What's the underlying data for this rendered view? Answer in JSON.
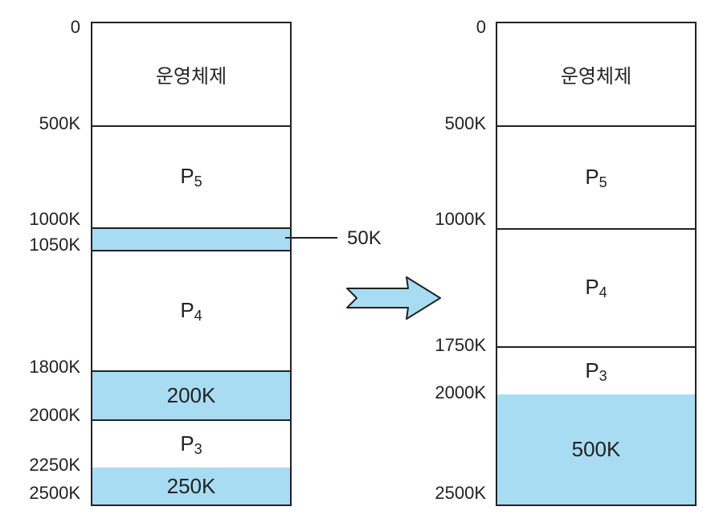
{
  "before": {
    "address_labels": [
      "0",
      "500K",
      "1000K",
      "1050K",
      "1800K",
      "2000K",
      "2250K",
      "2500K"
    ],
    "blocks": [
      {
        "label": "운영체제",
        "type": "os"
      },
      {
        "label": "P",
        "sub": "5",
        "type": "process"
      },
      {
        "label": "",
        "type": "free"
      },
      {
        "label": "P",
        "sub": "4",
        "type": "process"
      },
      {
        "label": "200K",
        "type": "free"
      },
      {
        "label": "P",
        "sub": "3",
        "type": "process"
      },
      {
        "label": "250K",
        "type": "free"
      }
    ],
    "callout": "50K"
  },
  "after": {
    "address_labels": [
      "0",
      "500K",
      "1000K",
      "1750K",
      "2000K",
      "2500K"
    ],
    "blocks": [
      {
        "label": "운영체제",
        "type": "os"
      },
      {
        "label": "P",
        "sub": "5",
        "type": "process"
      },
      {
        "label": "P",
        "sub": "4",
        "type": "process"
      },
      {
        "label": "P",
        "sub": "3",
        "type": "process"
      },
      {
        "label": "500K",
        "type": "free"
      }
    ]
  },
  "colors": {
    "free_space": "#a8dcf3",
    "border": "#222222",
    "arrow": "#a8dcf3"
  },
  "icons": {
    "transition": "right-arrow-icon"
  }
}
